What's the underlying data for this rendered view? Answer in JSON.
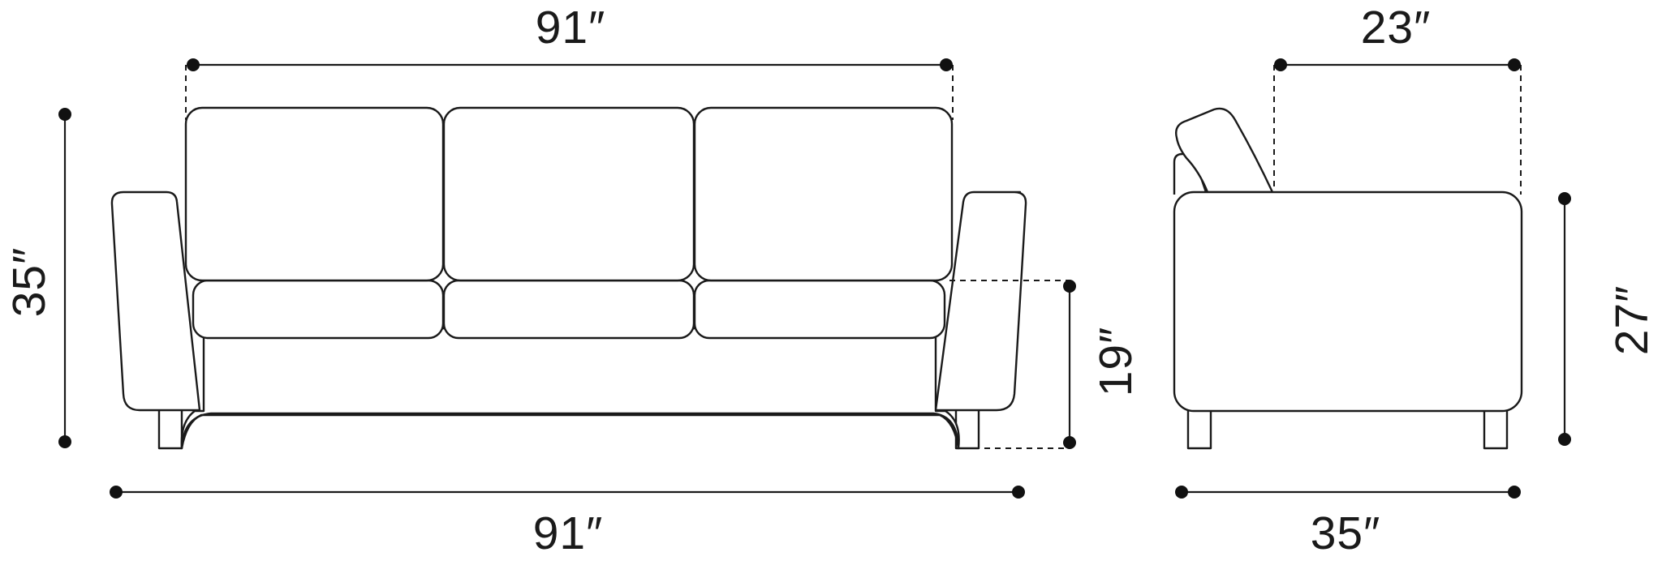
{
  "front_view": {
    "top_width": "91″",
    "overall_height": "35″",
    "seat_height": "19″",
    "bottom_width": "91″"
  },
  "side_view": {
    "top_depth": "23″",
    "arm_height": "27″",
    "overall_depth": "35″"
  }
}
